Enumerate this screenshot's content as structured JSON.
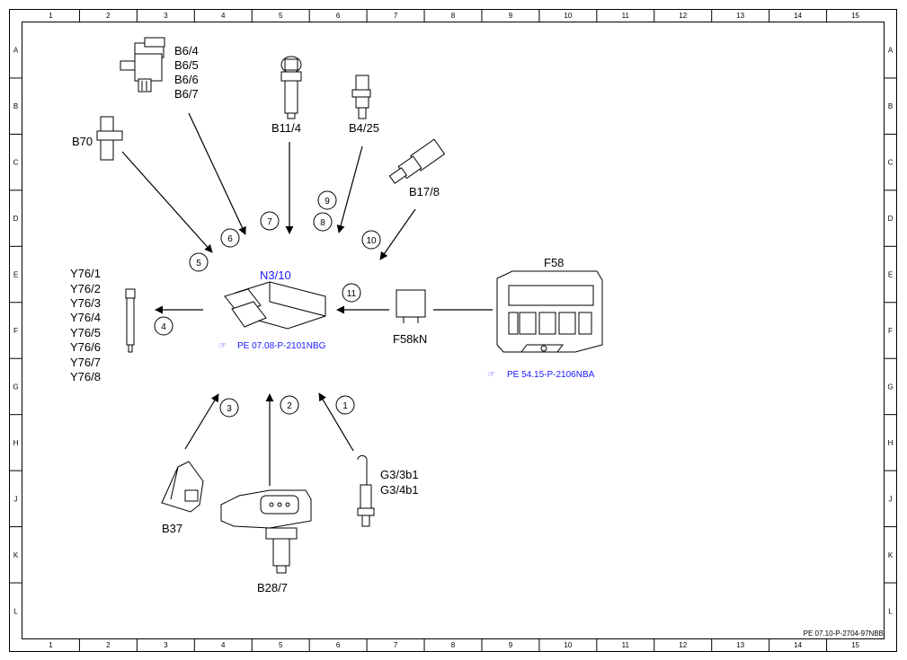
{
  "grid": {
    "columns": [
      "1",
      "2",
      "3",
      "4",
      "5",
      "6",
      "7",
      "8",
      "9",
      "10",
      "11",
      "12",
      "13",
      "14",
      "15"
    ],
    "rows": [
      "A",
      "B",
      "C",
      "D",
      "E",
      "F",
      "G",
      "H",
      "J",
      "K",
      "L"
    ]
  },
  "components": {
    "b6": [
      "B6/4",
      "B6/5",
      "B6/6",
      "B6/7"
    ],
    "b11_4": "B11/4",
    "b4_25": "B4/25",
    "b70": "B70",
    "b17_8": "B17/8",
    "n3_10": "N3/10",
    "f58": "F58",
    "f58kn": "F58kN",
    "y76": [
      "Y76/1",
      "Y76/2",
      "Y76/3",
      "Y76/4",
      "Y76/5",
      "Y76/6",
      "Y76/7",
      "Y76/8"
    ],
    "b37": "B37",
    "b28_7": "B28/7",
    "g3": [
      "G3/3b1",
      "G3/4b1"
    ]
  },
  "references": {
    "n3_10_ref": "PE 07.08-P-2101NBG",
    "f58_ref": "PE 54.15-P-2106NBA",
    "footer": "PE 07.10-P-2704-97NBB"
  },
  "callouts": [
    "1",
    "2",
    "3",
    "4",
    "5",
    "6",
    "7",
    "8",
    "9",
    "10",
    "11"
  ],
  "colors": {
    "reference_text": "#1a1aff",
    "lines": "#000000"
  }
}
